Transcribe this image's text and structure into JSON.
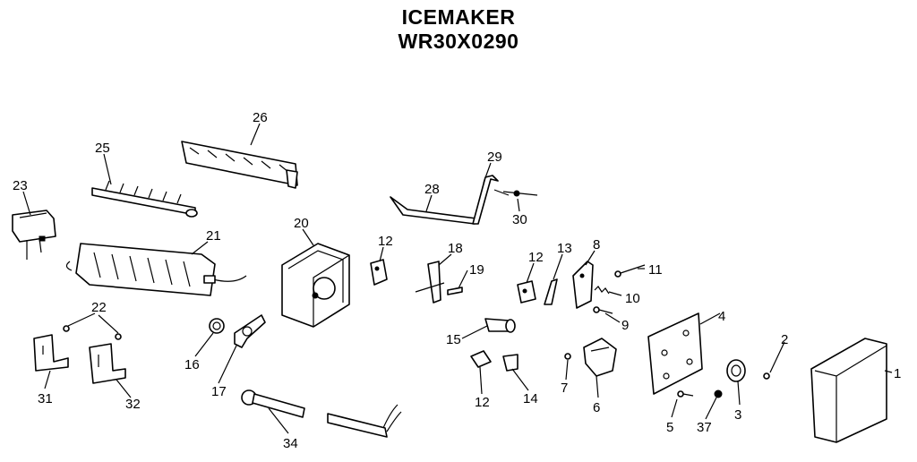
{
  "title": {
    "line1": "ICEMAKER",
    "line2": "WR30X0290"
  },
  "labels": [
    "26",
    "25",
    "23",
    "21",
    "20",
    "12",
    "29",
    "28",
    "30",
    "18",
    "19",
    "12",
    "13",
    "8",
    "11",
    "10",
    "9",
    "22",
    "16",
    "17",
    "15",
    "12",
    "14",
    "7",
    "6",
    "4",
    "2",
    "5",
    "37",
    "3",
    "1",
    "31",
    "32",
    "34"
  ]
}
